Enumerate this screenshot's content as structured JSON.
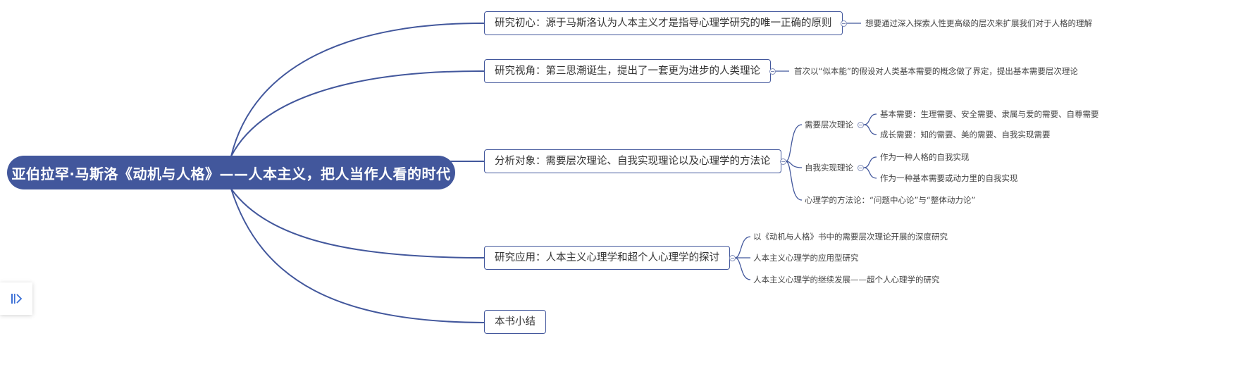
{
  "root": {
    "title": "亚伯拉罕·马斯洛《动机与人格》——人本主义，把人当作人看的时代"
  },
  "branches": [
    {
      "label": "研究初心：源于马斯洛认为人本主义才是指导心理学研究的唯一正确的原则",
      "children": [
        "想要通过深入探索人性更高级的层次来扩展我们对于人格的理解"
      ]
    },
    {
      "label": "研究视角：第三思潮诞生，提出了一套更为进步的人类理论",
      "children": [
        "首次以“似本能”的假设对人类基本需要的概念做了界定，提出基本需要层次理论"
      ]
    },
    {
      "label": "分析对象：需要层次理论、自我实现理论以及心理学的方法论",
      "children": [
        {
          "label": "需要层次理论",
          "children": [
            "基本需要：生理需要、安全需要、隶属与爱的需要、自尊需要",
            "成长需要：知的需要、美的需要、自我实现需要"
          ]
        },
        {
          "label": "自我实现理论",
          "children": [
            "作为一种人格的自我实现",
            "作为一种基本需要或动力里的自我实现"
          ]
        },
        {
          "label": "心理学的方法论：“问题中心论”与“整体动力论”"
        }
      ]
    },
    {
      "label": "研究应用：人本主义心理学和超个人心理学的探讨",
      "children": [
        "以《动机与人格》书中的需要层次理论开展的深度研究",
        "人本主义心理学的应用型研究",
        "人本主义心理学的继续发展——超个人心理学的研究"
      ]
    },
    {
      "label": "本书小结"
    }
  ],
  "colors": {
    "accent": "#42579c",
    "text": "#333333"
  },
  "icons": {
    "sidebar_toggle": "outline-expand-icon"
  }
}
